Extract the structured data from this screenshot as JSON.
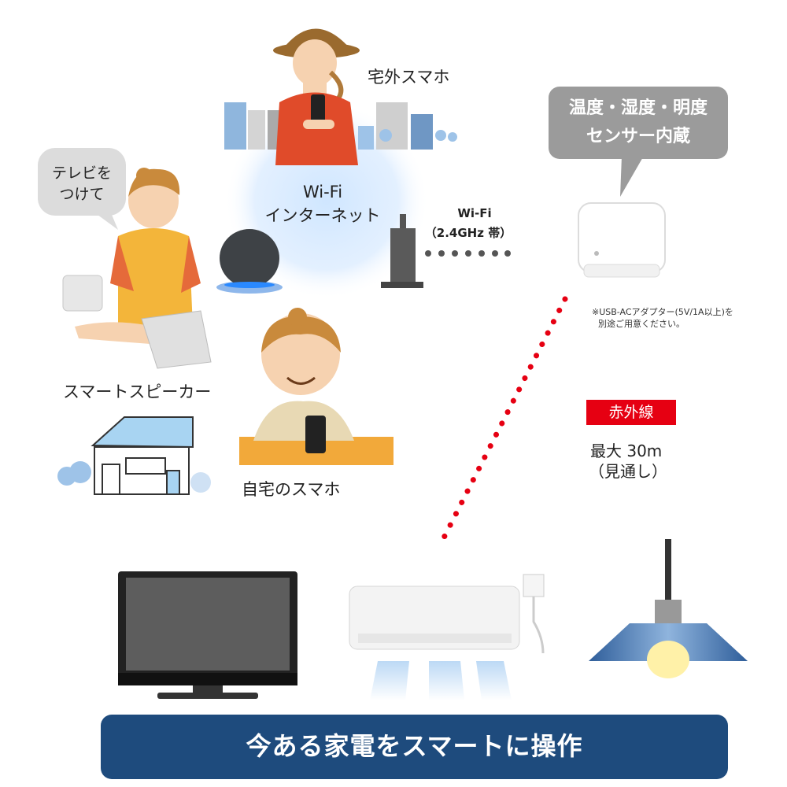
{
  "labels": {
    "outside_phone": "宅外スマホ",
    "cloud_line1": "Wi-Fi",
    "cloud_line2": "インターネット",
    "wifi_line1": "Wi-Fi",
    "wifi_line2": "（2.4GHz 帯）",
    "tv_bubble_line1": "テレビを",
    "tv_bubble_line2": "つけて",
    "smart_speaker": "スマートスピーカー",
    "home_phone": "自宅のスマホ",
    "sensor_line1": "温度・湿度・明度",
    "sensor_line2": "センサー内蔵",
    "usb_note_line1": "※USB-ACアダプター(5V/1A以上)を",
    "usb_note_line2": "別途ご用意ください。",
    "ir_badge": "赤外線",
    "range_line1": "最大 30m",
    "range_line2": "（見通し）",
    "banner": "今ある家電をスマートに操作"
  },
  "colors": {
    "ir_red": "#e60012",
    "banner_navy": "#1e4b7d",
    "bubble_gray": "#9b9b9b",
    "speech_gray": "#dcdcdc"
  },
  "icons": [
    "woman-outside-phone-icon",
    "city-icon",
    "cloud-glow-icon",
    "smart-speaker-icon",
    "router-icon",
    "woman-speaking-icon",
    "house-icon",
    "woman-home-phone-icon",
    "ir-remote-hub-icon",
    "tv-icon",
    "air-conditioner-icon",
    "pendant-lamp-icon"
  ]
}
